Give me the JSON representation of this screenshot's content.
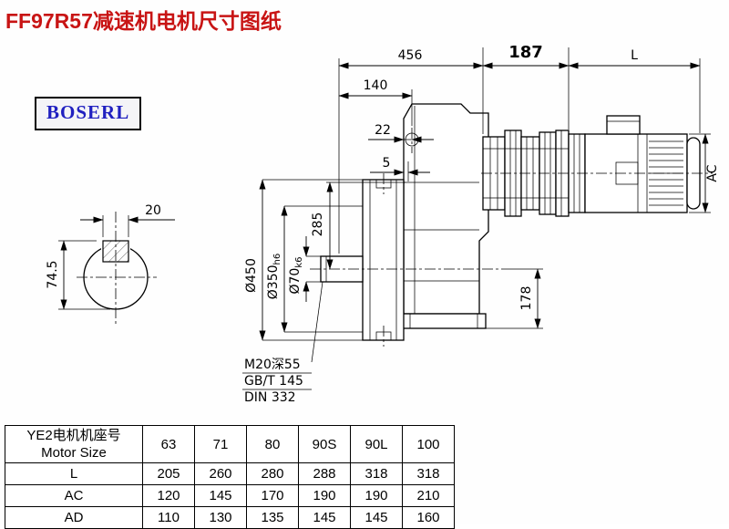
{
  "title": "FF97R57减速机电机尺寸图纸",
  "brand": "BOSERL",
  "drawing": {
    "dims": {
      "len_456": "456",
      "len_187": "187",
      "len_L": "L",
      "len_140": "140",
      "len_22": "22",
      "len_5": "5",
      "key_width": "20",
      "key_height": "74.5",
      "dia_450": "Ø450",
      "dia_350_main": "Ø350",
      "dia_350_sub": "h6",
      "dia_70_main": "Ø70",
      "dia_70_sub": "k6",
      "len_285": "285",
      "len_178": "178",
      "len_AC": "AC"
    },
    "notes": {
      "tap": "M20深55",
      "gb": "GB/T 145",
      "din": "DIN 332"
    }
  },
  "table": {
    "header": {
      "col0_line1": "YE2电机机座号",
      "col0_line2": "Motor Size",
      "sizes": [
        "63",
        "71",
        "80",
        "90S",
        "90L",
        "100"
      ]
    },
    "rows": [
      {
        "label": "L",
        "values": [
          "205",
          "260",
          "280",
          "288",
          "318",
          "318"
        ]
      },
      {
        "label": "AC",
        "values": [
          "120",
          "145",
          "170",
          "190",
          "190",
          "210"
        ]
      },
      {
        "label": "AD",
        "values": [
          "110",
          "130",
          "135",
          "145",
          "145",
          "160"
        ]
      }
    ]
  },
  "colors": {
    "title": "#c81414",
    "brand": "#2020c0"
  }
}
